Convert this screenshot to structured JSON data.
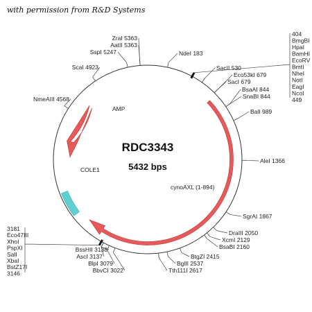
{
  "credit": "with permission from R&D Systems",
  "plasmid": {
    "name": "RDC3343",
    "size": "5432 bps",
    "length": 5432
  },
  "features": [
    {
      "name": "AMP",
      "start": 4720,
      "end": 4100,
      "color": "#e85a5a"
    },
    {
      "name": "cynoAXL (1-894)",
      "start": 700,
      "end": 3380,
      "color": "#e85a5a"
    },
    {
      "name": "COLE1",
      "start": 3510,
      "end": 3750,
      "color": "#5fd0d0"
    }
  ],
  "sites": [
    {
      "label": "NdeI 183",
      "pos": 183
    },
    {
      "label": "SacII 530",
      "pos": 530
    },
    {
      "label": "Eco53kI 679",
      "pos": 679
    },
    {
      "label": "SacI 679",
      "pos": 679
    },
    {
      "label": "BsaAI 844",
      "pos": 844
    },
    {
      "label": "SnaBI 844",
      "pos": 844
    },
    {
      "label": "BalI 989",
      "pos": 989
    },
    {
      "label": "AleI 1366",
      "pos": 1366
    },
    {
      "label": "SgrAI 1867",
      "pos": 1867
    },
    {
      "label": "DraIII 2050",
      "pos": 2050
    },
    {
      "label": "XcmI 2129",
      "pos": 2129
    },
    {
      "label": "BsaBI 2160",
      "pos": 2160
    },
    {
      "label": "BtgZI 2415",
      "pos": 2415
    },
    {
      "label": "BglII 2537",
      "pos": 2537
    },
    {
      "label": "Tth111I 2617",
      "pos": 2617
    },
    {
      "label": "BbvCI 3022",
      "pos": 3022
    },
    {
      "label": "BlpI 3079",
      "pos": 3079
    },
    {
      "label": "AscI 3137",
      "pos": 3137
    },
    {
      "label": "BssHII 3138",
      "pos": 3138
    },
    {
      "label": "NmeAIII 4568",
      "pos": 4568
    },
    {
      "label": "ScaI 4923",
      "pos": 4923
    },
    {
      "label": "SspI 5247",
      "pos": 5247
    },
    {
      "label": "AatII 5363",
      "pos": 5363
    },
    {
      "label": "ZraI 5363",
      "pos": 5363
    }
  ],
  "cluster_right": {
    "labels": [
      "404",
      "BmgBI",
      "HpaI",
      "BamHI",
      "EcoRV",
      "BmtI",
      "NheI",
      "NotI",
      "EagI",
      "NcoI",
      "449"
    ],
    "pos": 425
  },
  "cluster_left": {
    "labels": [
      "3181",
      "Eco47III",
      "XhoI",
      "PspXI",
      "SalI",
      "XbaI",
      "BstZ17I",
      "3146"
    ],
    "pos": 3160
  }
}
